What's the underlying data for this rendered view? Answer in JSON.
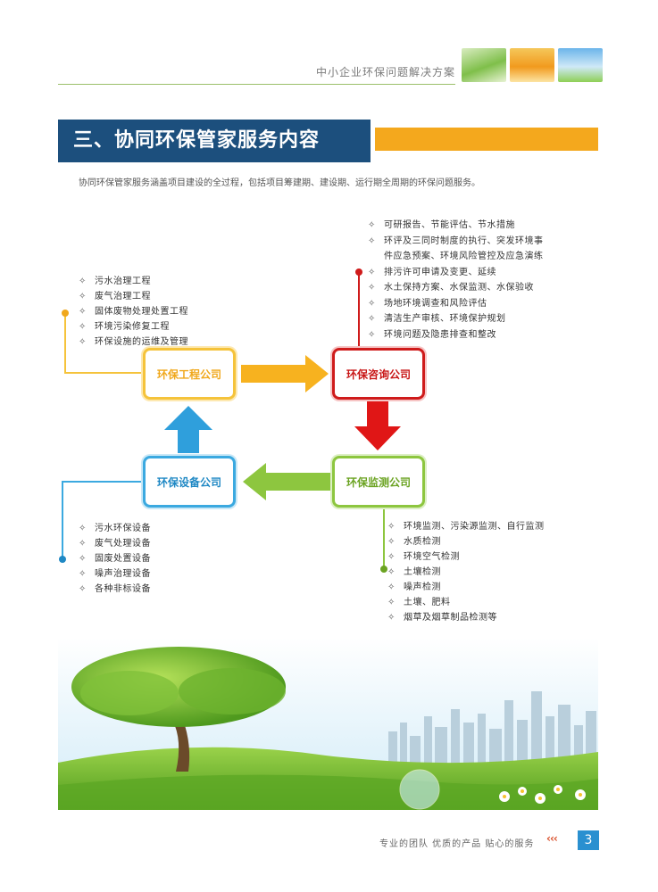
{
  "header": {
    "title": "中小企业环保问题解决方案",
    "accent_color": "#9bbf6a"
  },
  "section": {
    "title": "三、协同环保管家服务内容",
    "banner_color": "#1c4f7d",
    "accent_bar_color": "#f4a81d"
  },
  "intro": "协同环保管家服务涵盖项目建设的全过程，包括项目筹建期、建设期、运行期全周期的环保问题服务。",
  "diagram": {
    "engineering": {
      "label": "环保工程公司",
      "color": "#f5c33b",
      "items": [
        "污水治理工程",
        "废气治理工程",
        "固体废物处理处置工程",
        "环境污染修复工程",
        "环保设施的运维及管理"
      ]
    },
    "consult": {
      "label": "环保咨询公司",
      "color": "#cf1b1b",
      "items": [
        [
          "可研报告、节能评估、节水措施"
        ],
        [
          "环评及三同时制度的执行、突发环境事",
          "件应急预案、环境风险管控及应急演练"
        ],
        [
          "排污许可申请及变更、延续"
        ],
        [
          "水土保持方案、水保监测、水保验收"
        ],
        [
          "场地环境调查和风险评估"
        ],
        [
          "清洁生产审核、环境保护规划"
        ],
        [
          "环境问题及隐患排查和整改"
        ]
      ]
    },
    "monitoring": {
      "label": "环保监测公司",
      "color": "#8dc63f",
      "items": [
        "环境监测、污染源监测、自行监测",
        "水质检测",
        "环境空气检测",
        "土壤检测",
        "噪声检测",
        "土壤、肥料",
        "烟草及烟草制品检测等"
      ]
    },
    "equipment": {
      "label": "环保设备公司",
      "color": "#3ba9e0",
      "items": [
        "污水环保设备",
        "废气处理设备",
        "固废处置设备",
        "噪声治理设备",
        "各种非标设备"
      ]
    }
  },
  "footer": {
    "slogan": "专业的团队  优质的产品  贴心的服务",
    "chevrons": "‹‹‹",
    "page_number": "3",
    "page_color": "#2a90d0"
  }
}
